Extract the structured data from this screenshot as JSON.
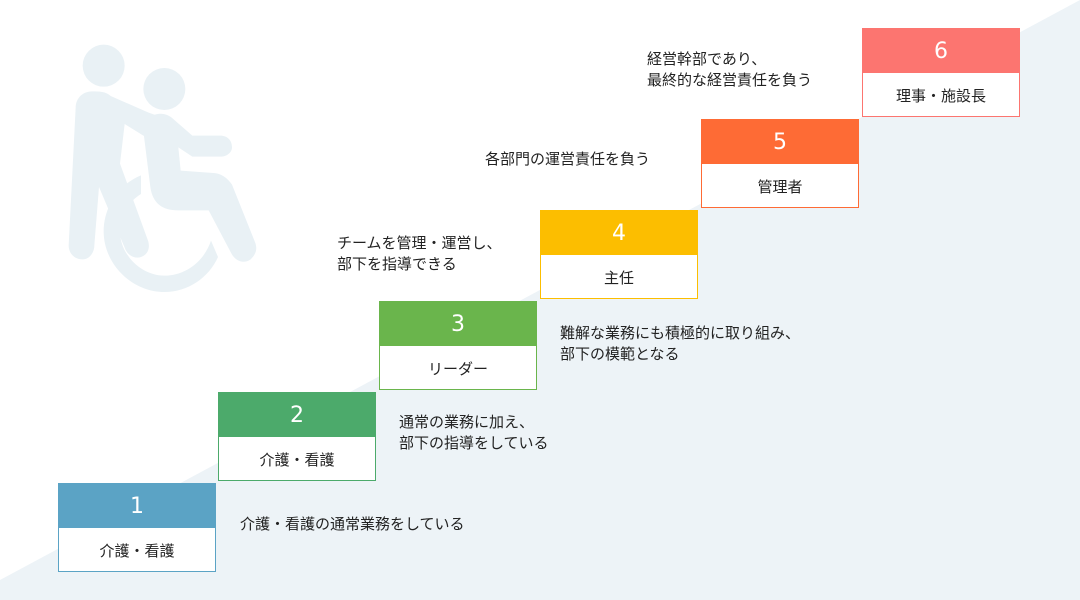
{
  "colors": {
    "background_band": "#edf3f7",
    "illustration": "#e9f1f5",
    "step1": "#5ba3c5",
    "step2": "#4caa6b",
    "step3": "#6ab54c",
    "step4": "#fcbe00",
    "step5": "#fe6b35",
    "step6": "#fc7570"
  },
  "illustration": {
    "icon": "caregiver-pushing-wheelchair-icon"
  },
  "steps": [
    {
      "number": "1",
      "title": "介護・看護",
      "description": "介護・看護の通常業務をしている"
    },
    {
      "number": "2",
      "title": "介護・看護",
      "description": "通常の業務に加え、\n部下の指導をしている"
    },
    {
      "number": "3",
      "title": "リーダー",
      "description": "難解な業務にも積極的に取り組み、\n部下の模範となる"
    },
    {
      "number": "4",
      "title": "主任",
      "description": "チームを管理・運営し、\n部下を指導できる"
    },
    {
      "number": "5",
      "title": "管理者",
      "description": "各部門の運営責任を負う"
    },
    {
      "number": "6",
      "title": "理事・施設長",
      "description": "経営幹部であり、\n最終的な経営責任を負う"
    }
  ]
}
